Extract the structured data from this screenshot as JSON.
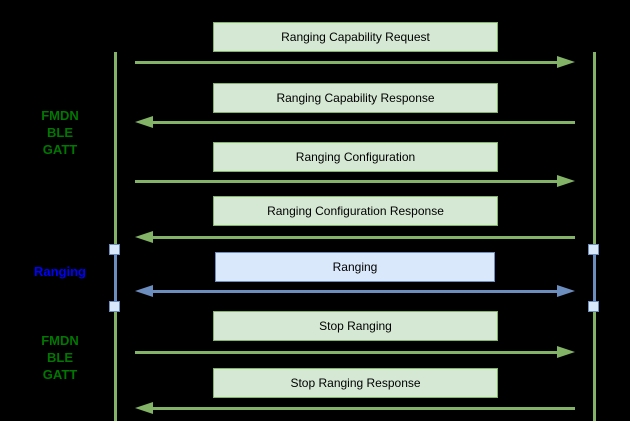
{
  "colors": {
    "background": "#000000",
    "message_green_fill": "#d5e8d4",
    "message_green_stroke": "#82b366",
    "message_blue_fill": "#dae8fc",
    "message_blue_stroke": "#6c8ebf",
    "phase_label_green": "#007700",
    "phase_label_blue": "#0000ff",
    "message_text": "#000000"
  },
  "phases": [
    {
      "lines": [
        "FMDN",
        "BLE",
        "GATT"
      ],
      "color": "green"
    },
    {
      "lines": [
        "Ranging"
      ],
      "color": "blue"
    },
    {
      "lines": [
        "FMDN",
        "BLE",
        "GATT"
      ],
      "color": "green"
    }
  ],
  "messages": [
    {
      "label": "Ranging Capability Request",
      "direction": "right",
      "color": "green"
    },
    {
      "label": "Ranging Capability Response",
      "direction": "left",
      "color": "green"
    },
    {
      "label": "Ranging Configuration",
      "direction": "right",
      "color": "green"
    },
    {
      "label": "Ranging Configuration Response",
      "direction": "left",
      "color": "green"
    },
    {
      "label": "Ranging",
      "direction": "both",
      "color": "blue"
    },
    {
      "label": "Stop Ranging",
      "direction": "right",
      "color": "green"
    },
    {
      "label": "Stop Ranging Response",
      "direction": "left",
      "color": "green"
    }
  ]
}
